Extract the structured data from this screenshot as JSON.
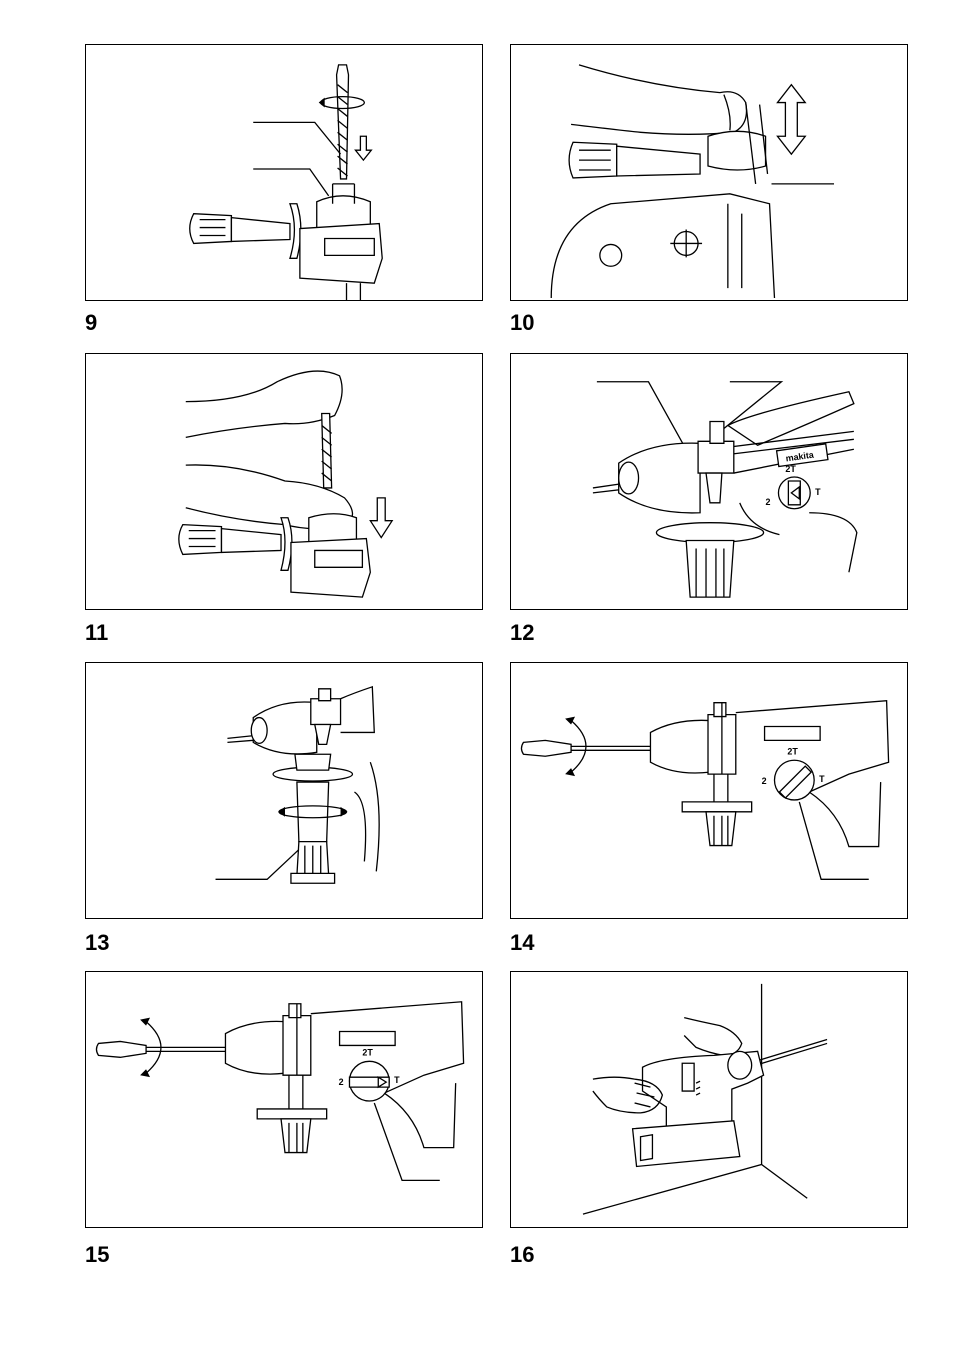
{
  "figures": [
    {
      "number": "9"
    },
    {
      "number": "10"
    },
    {
      "number": "11"
    },
    {
      "number": "12",
      "brand_text": "makita"
    },
    {
      "number": "13"
    },
    {
      "number": "14"
    },
    {
      "number": "15"
    },
    {
      "number": "16"
    }
  ],
  "dial_marks": {
    "upper": "2T",
    "left": "2",
    "right": "T"
  }
}
